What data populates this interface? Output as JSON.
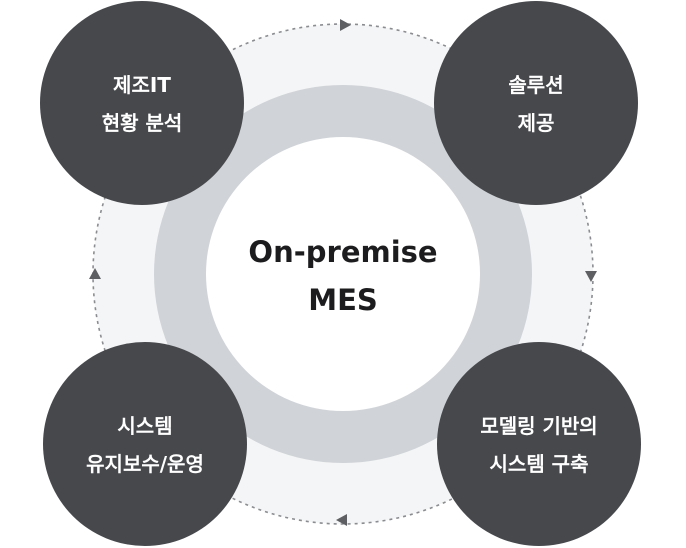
{
  "center": {
    "line1": "On-premise",
    "line2": "MES"
  },
  "nodes": [
    {
      "line1": "제조IT",
      "line2": "현황 분석"
    },
    {
      "line1": "솔루션",
      "line2": "제공"
    },
    {
      "line1": "모델링 기반의",
      "line2": "시스템 구축"
    },
    {
      "line1": "시스템",
      "line2": "유지보수/운영"
    }
  ],
  "colors": {
    "node_fill": "#46484c",
    "ring": "#d0d3d8",
    "inner_disc": "#ffffff",
    "outer_disc": "#f4f5f6",
    "dotted_path": "#8a8c90",
    "arrow": "#5d5f63",
    "center_text": "#1c1c1e",
    "node_text": "#ffffff"
  }
}
